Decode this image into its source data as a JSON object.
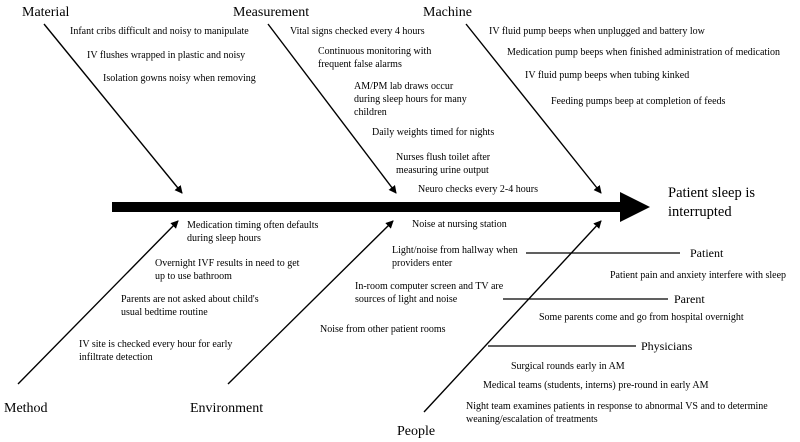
{
  "effect": "Patient sleep is interrupted",
  "categories": {
    "material": {
      "title": "Material",
      "causes": [
        "Infant cribs difficult and noisy to manipulate",
        "IV flushes wrapped in plastic and noisy",
        "Isolation gowns noisy when removing"
      ]
    },
    "measurement": {
      "title": "Measurement",
      "causes": [
        "Vital signs checked every 4 hours",
        "Continuous monitoring with frequent false alarms",
        "AM/PM lab draws occur during sleep hours for many children",
        "Daily weights timed for nights",
        "Nurses flush toilet after measuring urine output",
        "Neuro checks every 2-4 hours"
      ]
    },
    "machine": {
      "title": "Machine",
      "causes": [
        "IV fluid pump beeps when unplugged and battery low",
        "Medication pump beeps when finished administration of medication",
        "IV fluid pump beeps when tubing kinked",
        "Feeding pumps beep at completion of feeds"
      ]
    },
    "method": {
      "title": "Method",
      "causes": [
        "Medication timing often defaults during sleep hours",
        "Overnight IVF results in need to get up to use bathroom",
        "Parents are not asked about child's usual bedtime routine",
        "IV site is checked every hour for early infiltrate detection"
      ]
    },
    "environment": {
      "title": "Environment",
      "causes": [
        "Noise at nursing station",
        "Light/noise from hallway when providers enter",
        "In-room computer screen and TV are sources of light and noise",
        "Noise from other patient rooms"
      ]
    },
    "people": {
      "title": "People",
      "subgroups": [
        {
          "title": "Patient",
          "causes": [
            "Patient pain and anxiety interfere with sleep"
          ]
        },
        {
          "title": "Parent",
          "causes": [
            "Some parents come and go from hospital overnight"
          ]
        },
        {
          "title": "Physicians",
          "causes": [
            "Surgical rounds early in AM",
            "Medical teams (students, interns) pre-round in early AM",
            "Night team examines patients in response to abnormal VS and to determine weaning/escalation of treatments"
          ]
        }
      ]
    }
  }
}
